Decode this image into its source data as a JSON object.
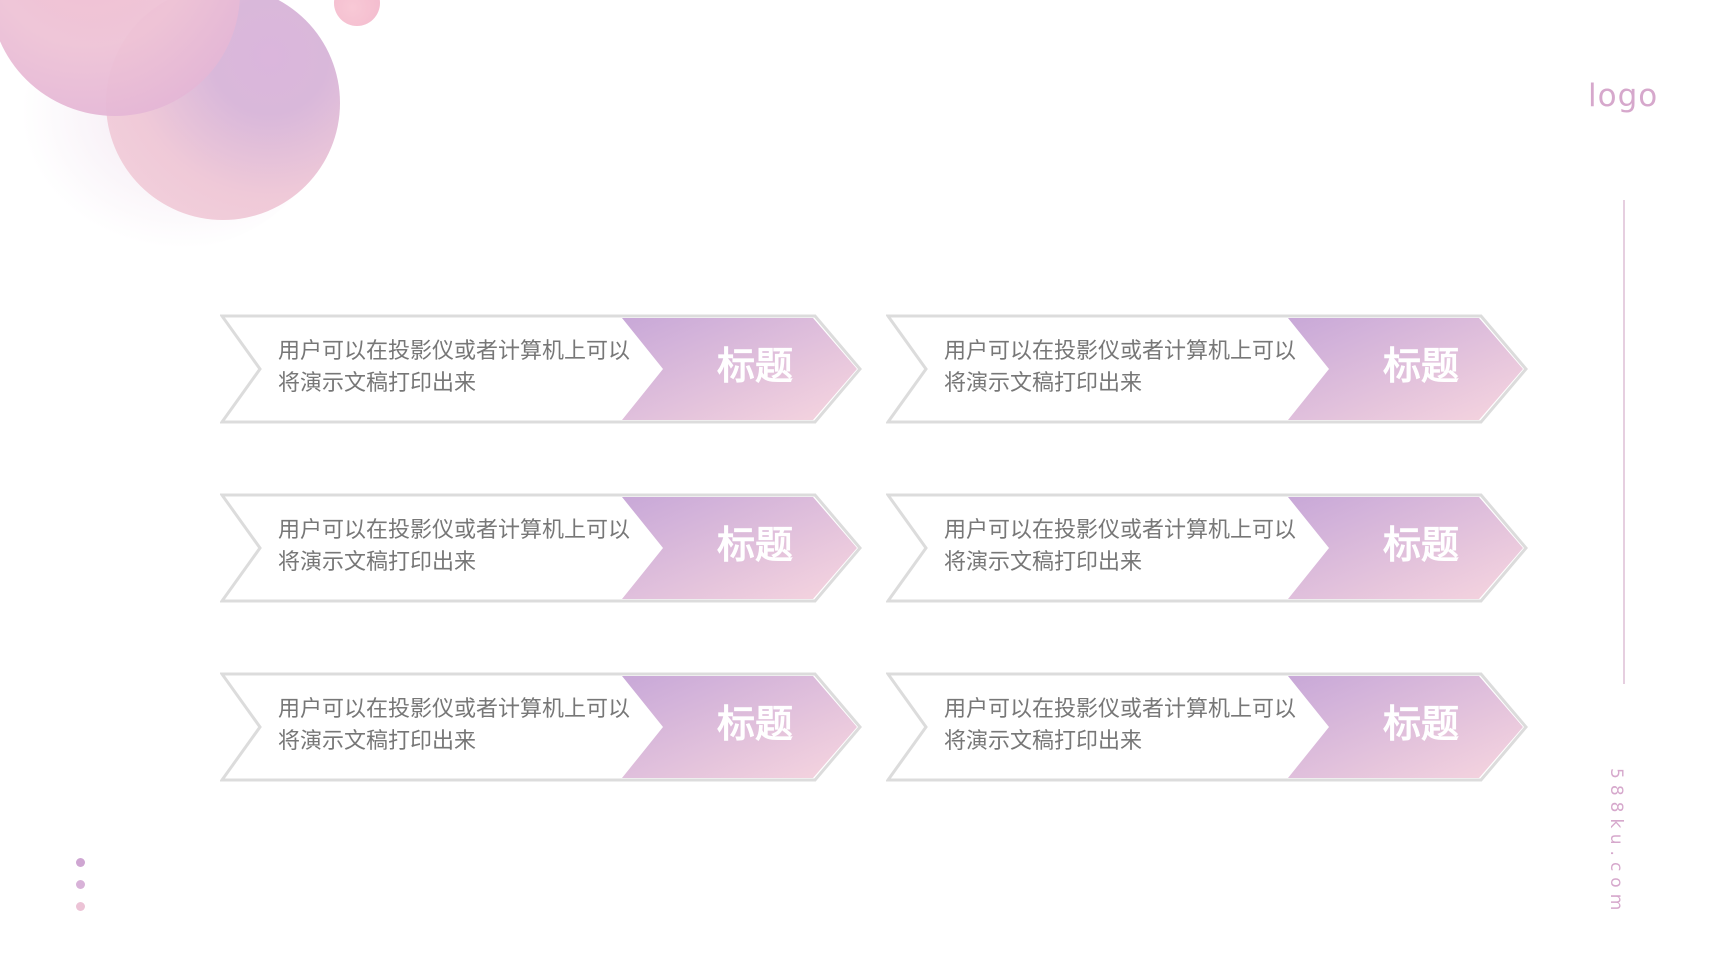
{
  "logo_text": "logo",
  "site_text": "588ku.com",
  "colors": {
    "accent_purple": "#c8a8d8",
    "accent_pink": "#f6d2dc",
    "border_gray": "#dcdcdc",
    "text_gray": "#777777"
  },
  "cards": [
    {
      "description": "用户可以在投影仪或者计算机上可以将演示文稿打印出来",
      "title": "标题"
    },
    {
      "description": "用户可以在投影仪或者计算机上可以将演示文稿打印出来",
      "title": "标题"
    },
    {
      "description": "用户可以在投影仪或者计算机上可以将演示文稿打印出来",
      "title": "标题"
    },
    {
      "description": "用户可以在投影仪或者计算机上可以将演示文稿打印出来",
      "title": "标题"
    },
    {
      "description": "用户可以在投影仪或者计算机上可以将演示文稿打印出来",
      "title": "标题"
    },
    {
      "description": "用户可以在投影仪或者计算机上可以将演示文稿打印出来",
      "title": "标题"
    }
  ]
}
